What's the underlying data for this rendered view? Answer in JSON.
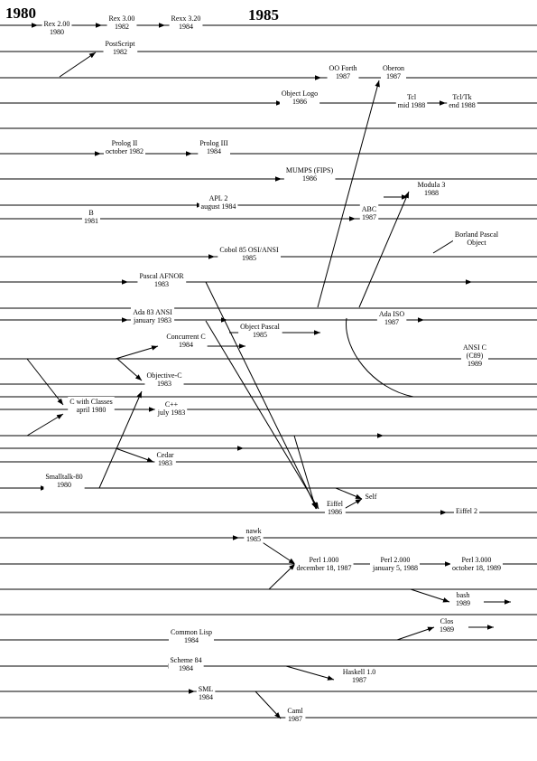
{
  "years": [
    "1980",
    "1985"
  ],
  "nodes": {
    "rex200": [
      "Rex 2.00",
      "1980"
    ],
    "rex300": [
      "Rex 3.00",
      "1982"
    ],
    "rexx320": [
      "Rexx 3.20",
      "1984"
    ],
    "postscript": [
      "PostScript",
      "1982"
    ],
    "ooforth": [
      "OO Forth",
      "1987"
    ],
    "oberon": [
      "Oberon",
      "1987"
    ],
    "objectlogo": [
      "Object Logo",
      "1986"
    ],
    "tcl": [
      "Tcl",
      "mid 1988"
    ],
    "tcltk": [
      "Tcl/Tk",
      "end 1988"
    ],
    "prolog2": [
      "Prolog II",
      "october 1982"
    ],
    "prolog3": [
      "Prolog III",
      "1984"
    ],
    "mumps": [
      "MUMPS (FIPS)",
      "1986"
    ],
    "modula3": [
      "Modula 3",
      "1988"
    ],
    "apl2": [
      "APL 2",
      "august 1984"
    ],
    "b": [
      "B",
      "1981"
    ],
    "abc": [
      "ABC",
      "1987"
    ],
    "borlandpascal": [
      "Borland Pascal",
      "Object"
    ],
    "cobol85": [
      "Cobol 85 OSI/ANSI",
      "1985"
    ],
    "pascalafnor": [
      "Pascal AFNOR",
      "1983"
    ],
    "ada83": [
      "Ada 83 ANSI",
      "january 1983"
    ],
    "adaiso": [
      "Ada ISO",
      "1987"
    ],
    "objectpascal": [
      "Object Pascal",
      "1985"
    ],
    "concurrentc": [
      "Concurrent C",
      "1984"
    ],
    "ansic": [
      "ANSI C",
      "(C89)",
      "1989"
    ],
    "objectivec": [
      "Objective-C",
      "1983"
    ],
    "cwithclasses": [
      "C with Classes",
      "april 1980"
    ],
    "cpp": [
      "C++",
      "july 1983"
    ],
    "cedar": [
      "Cedar",
      "1983"
    ],
    "smalltalk80": [
      "Smalltalk-80",
      "1980"
    ],
    "self": [
      "Self"
    ],
    "eiffel": [
      "Eiffel",
      "1986"
    ],
    "eiffel2": [
      "Eiffel 2"
    ],
    "nawk": [
      "nawk",
      "1985"
    ],
    "perl1": [
      "Perl 1.000",
      "december 18, 1987"
    ],
    "perl2": [
      "Perl 2.000",
      "january 5, 1988"
    ],
    "perl3": [
      "Perl 3.000",
      "october 18, 1989"
    ],
    "bash": [
      "bash",
      "1989"
    ],
    "clos": [
      "Clos",
      "1989"
    ],
    "commonlisp": [
      "Common Lisp",
      "1984"
    ],
    "scheme84": [
      "Scheme 84",
      "1984"
    ],
    "haskell": [
      "Haskell 1.0",
      "1987"
    ],
    "sml": [
      "SML",
      "1984"
    ],
    "caml": [
      "Caml",
      "1987"
    ]
  }
}
